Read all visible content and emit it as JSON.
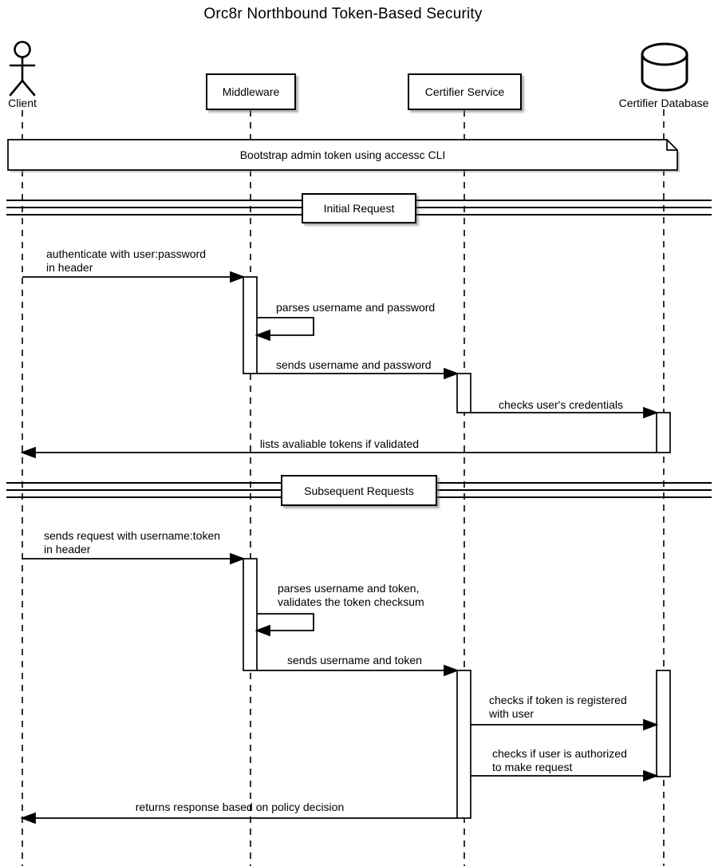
{
  "title": "Orc8r Northbound Token-Based Security",
  "participants": [
    {
      "label": "Client",
      "type": "actor"
    },
    {
      "label": "Middleware",
      "type": "box"
    },
    {
      "label": "Certifier Service",
      "type": "box"
    },
    {
      "label": "Certifier Database",
      "type": "database"
    }
  ],
  "note": {
    "text": "Bootstrap admin token using accessc CLI"
  },
  "dividers": [
    {
      "label": "Initial Request"
    },
    {
      "label": "Subsequent Requests"
    }
  ],
  "messages": [
    {
      "from": "Client",
      "to": "Middleware",
      "text": "authenticate with user:password\nin header"
    },
    {
      "from": "Middleware",
      "to": "Middleware",
      "text": "parses username and password"
    },
    {
      "from": "Middleware",
      "to": "Certifier Service",
      "text": "sends username and password"
    },
    {
      "from": "Certifier Service",
      "to": "Certifier Database",
      "text": "checks user's credentials"
    },
    {
      "from": "Certifier Database",
      "to": "Client",
      "text": "lists avaliable tokens if validated"
    },
    {
      "from": "Client",
      "to": "Middleware",
      "text": "sends request with username:token\nin header"
    },
    {
      "from": "Middleware",
      "to": "Middleware",
      "text": "parses username and token,\nvalidates the token checksum"
    },
    {
      "from": "Middleware",
      "to": "Certifier Service",
      "text": "sends username and token"
    },
    {
      "from": "Certifier Service",
      "to": "Certifier Database",
      "text": "checks if token is registered\nwith user"
    },
    {
      "from": "Certifier Service",
      "to": "Certifier Database",
      "text": "checks if user is authorized\nto make request"
    },
    {
      "from": "Certifier Service",
      "to": "Client",
      "text": "returns response based on policy decision"
    }
  ],
  "colors": {
    "stroke": "#000000",
    "background": "#ffffff"
  }
}
